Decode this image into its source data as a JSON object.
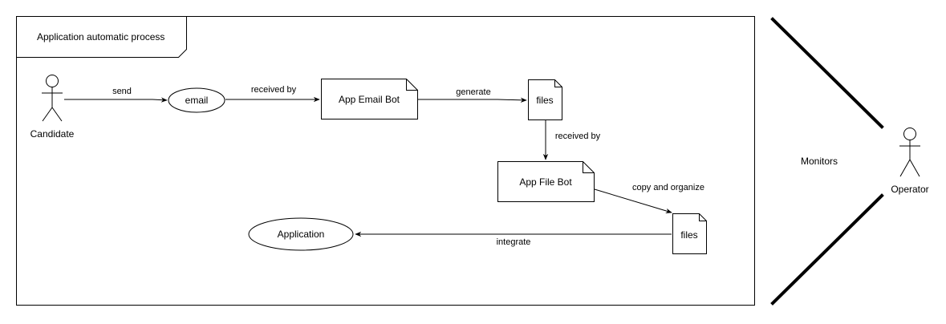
{
  "frame": {
    "title": "Application automatic process"
  },
  "actors": {
    "candidate": "Candidate",
    "operator": "Operator"
  },
  "nodes": {
    "email": "email",
    "app_email_bot": "App Email Bot",
    "files_1": "files",
    "app_file_bot": "App File Bot",
    "files_2": "files",
    "application": "Application"
  },
  "edges": {
    "send": "send",
    "received_by_1": "received by",
    "generate": "generate",
    "received_by_2": "received by",
    "copy_and_organize": "copy and organize",
    "integrate": "integrate"
  },
  "monitors": "Monitors"
}
